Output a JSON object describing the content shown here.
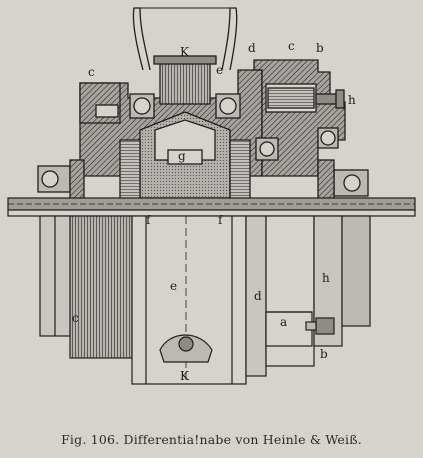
{
  "caption": "Fig. 106. Differentia!nabe von Heinle & Weiß.",
  "labels": {
    "k_top": "K",
    "e_top": "e",
    "c_left_top": "c",
    "d_top": "d",
    "c_top_right": "c",
    "b_top": "b",
    "h_top": "h",
    "g": "g",
    "f_left": "f",
    "f_right": "f",
    "e_mid": "e",
    "d_mid": "d",
    "h_mid": "h",
    "c_left_bottom": "c",
    "a": "a",
    "b_bottom": "b",
    "k_bottom": "K"
  },
  "colors": {
    "ink": "#1e1e1e",
    "paper": "#d6d3cb",
    "section": "#8f8c86"
  }
}
